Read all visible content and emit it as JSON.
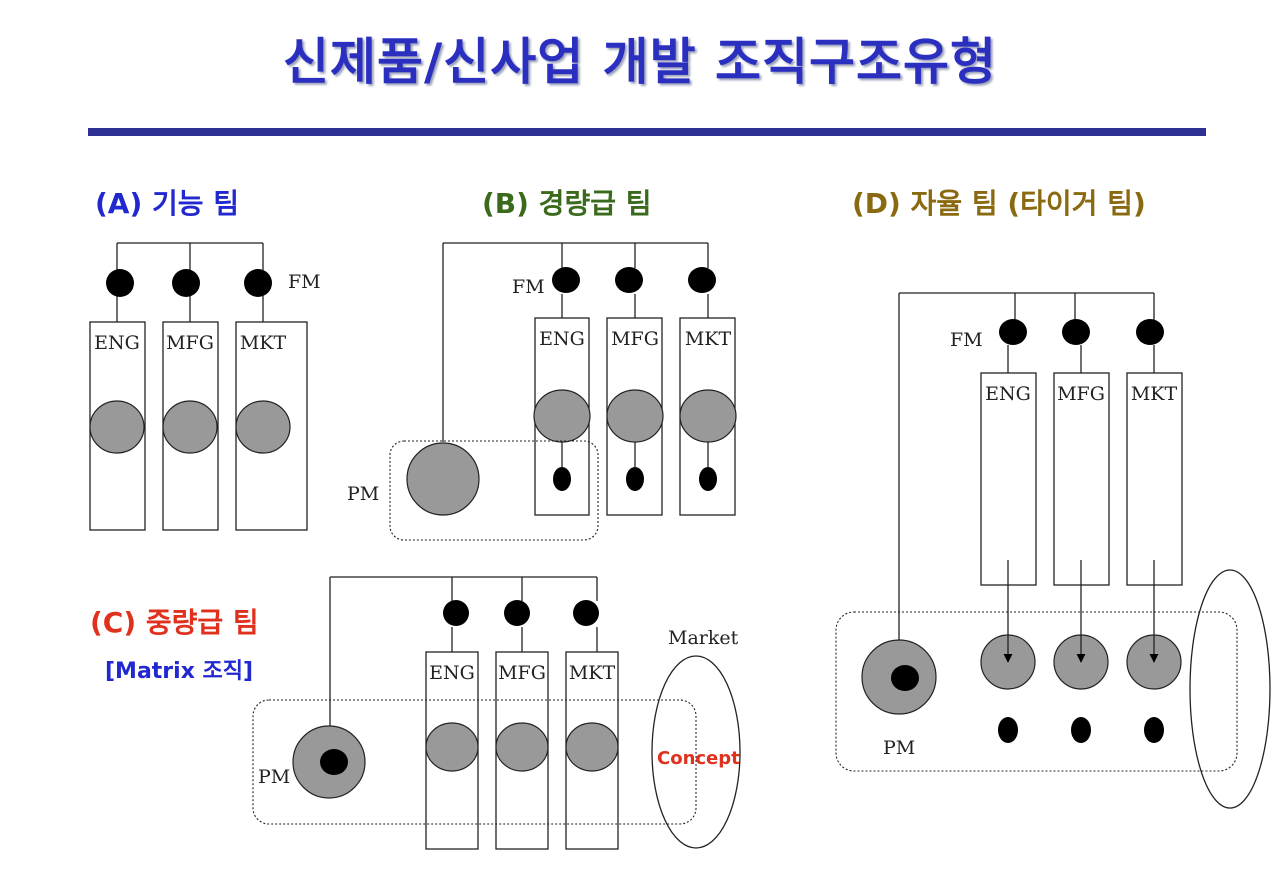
{
  "title": "신제품/신사업 개발 조직구조유형",
  "colors": {
    "title": "#2b2fc0",
    "rule": "#2e3192",
    "a": "#2228d0",
    "b": "#3a6a1c",
    "c": "#e0301e",
    "d": "#8a6a10"
  },
  "sections": {
    "a": {
      "title": "(A) 기능 팀",
      "fm": "FM",
      "depts": [
        "ENG",
        "MFG",
        "MKT"
      ]
    },
    "b": {
      "title": "(B) 경량급 팀",
      "fm": "FM",
      "pm": "PM",
      "depts": [
        "ENG",
        "MFG",
        "MKT"
      ]
    },
    "c": {
      "title": "(C) 중량급 팀",
      "subtitle": "[Matrix 조직]",
      "pm": "PM",
      "depts": [
        "ENG",
        "MFG",
        "MKT"
      ],
      "market": "Market",
      "concept": "Concept"
    },
    "d": {
      "title": "(D) 자율 팀 (타이거 팀)",
      "fm": "FM",
      "pm": "PM",
      "depts": [
        "ENG",
        "MFG",
        "MKT"
      ]
    }
  }
}
